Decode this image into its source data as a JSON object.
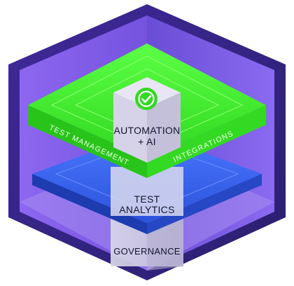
{
  "diagram": {
    "center_label_line1": "AUTOMATION",
    "center_label_line2": "+ AI",
    "left_label": "TEST MANAGEMENT",
    "right_label": "INTEGRATIONS",
    "middle_label_line1": "TEST",
    "middle_label_line2": "ANALYTICS",
    "bottom_label": "GOVERNANCE",
    "badge_icon": "check-circle-icon"
  },
  "colors": {
    "hex_outer": "#3d2a8c",
    "hex_inner": "#7c5fe6",
    "green": "#39e62a",
    "blue": "#2f5be6",
    "column": "#cfcde0"
  }
}
